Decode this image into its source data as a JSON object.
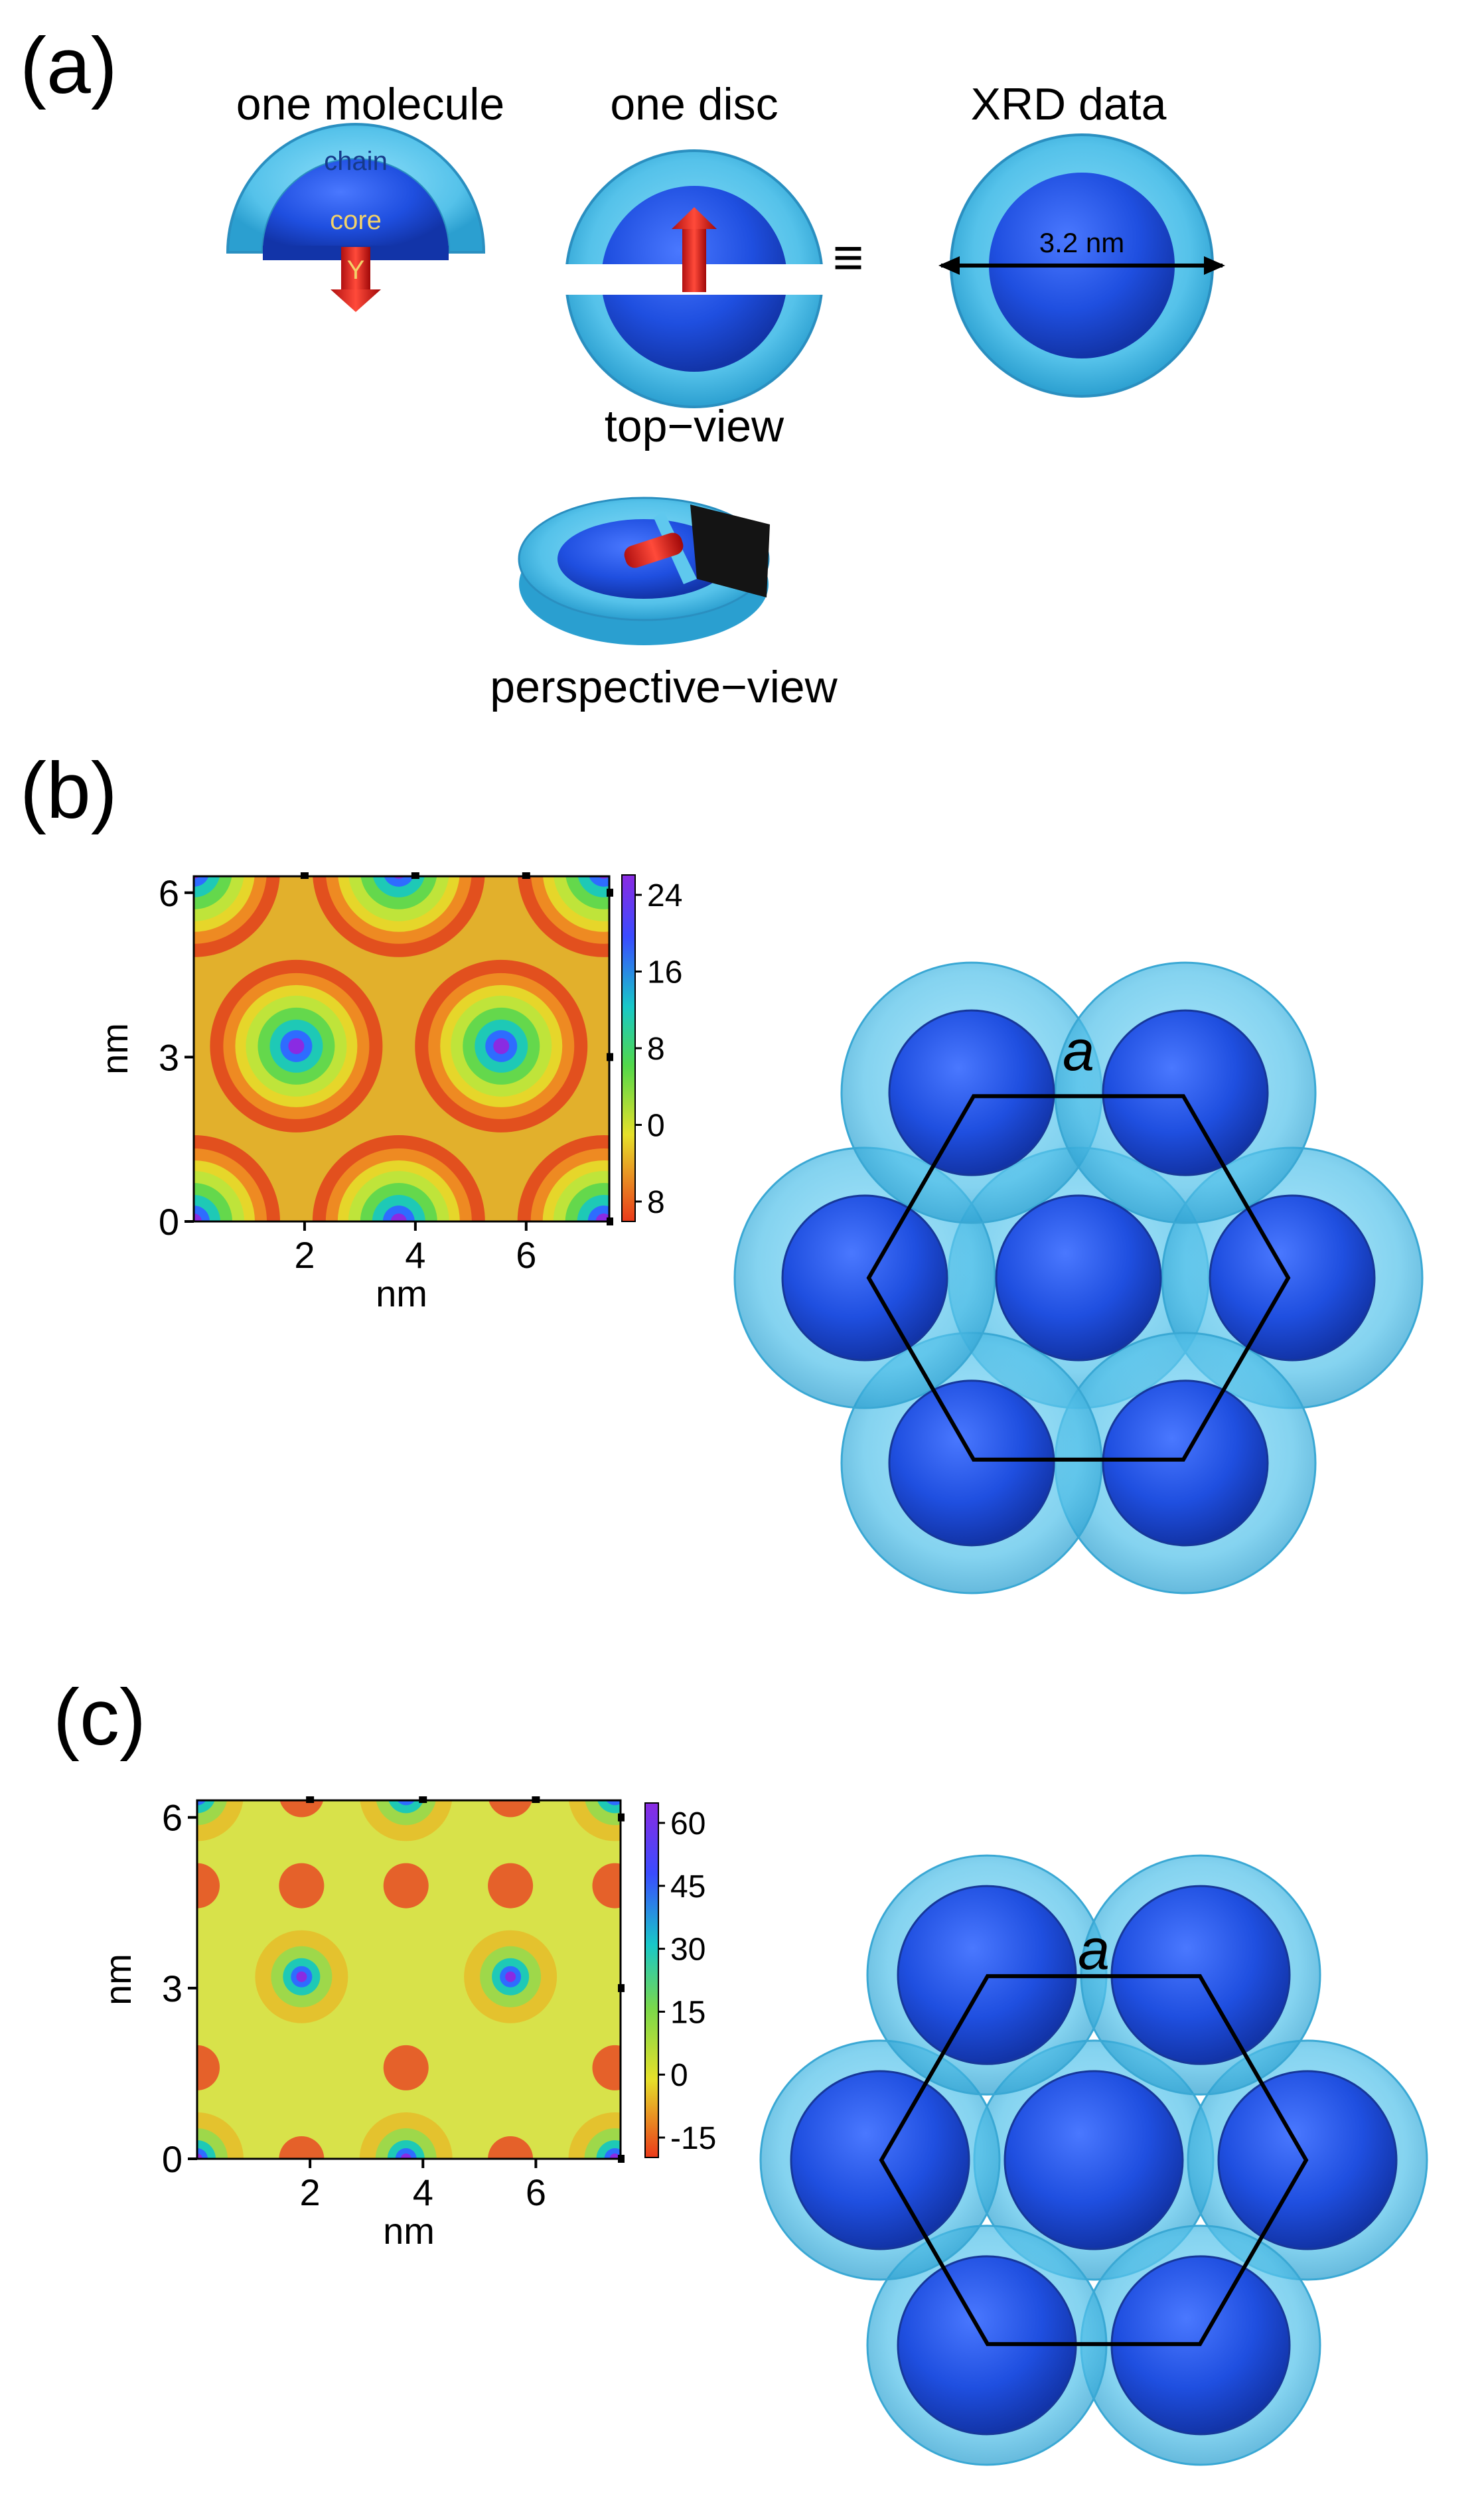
{
  "panel_a": {
    "label": "(a)",
    "titles": {
      "molecule": "one molecule",
      "disc": "one disc",
      "xrd": "XRD data"
    },
    "chain_label": "chain",
    "core_label": "core",
    "y_label": "Y",
    "equiv_symbol": "≡",
    "diameter_label": "3.2 nm",
    "top_view_label": "top−view",
    "perspective_view_label": "perspective−view"
  },
  "panel_b": {
    "label": "(b)",
    "lattice_label": "a"
  },
  "panel_c": {
    "label": "(c)",
    "lattice_label": "a"
  },
  "colors": {
    "chain_cyan": "#5fc8ee",
    "core_blue": "#1f4fe0",
    "arrow_red": "#e82020",
    "core_text": "#f2d26a"
  },
  "chart_data": [
    {
      "type": "heatmap",
      "panel": "b",
      "xlabel": "nm",
      "ylabel": "nm",
      "xticks": [
        2,
        4,
        6
      ],
      "yticks": [
        0,
        3,
        6
      ],
      "xlim": [
        0,
        7.5
      ],
      "ylim": [
        0,
        6.3
      ],
      "colorbar": {
        "ticks": [
          "24",
          "16",
          "8",
          "0",
          "8"
        ],
        "range": [
          -8,
          28
        ]
      },
      "lattice_constant_nm": 3.7,
      "peak_centers_nm": [
        [
          1.85,
          3.2
        ],
        [
          5.55,
          3.2
        ],
        [
          0,
          0
        ],
        [
          3.7,
          0
        ],
        [
          7.4,
          0
        ],
        [
          0,
          6.4
        ],
        [
          3.7,
          6.4
        ],
        [
          7.4,
          6.4
        ]
      ]
    },
    {
      "type": "heatmap",
      "panel": "c",
      "xlabel": "nm",
      "ylabel": "nm",
      "xticks": [
        2,
        4,
        6
      ],
      "yticks": [
        0,
        3,
        6
      ],
      "xlim": [
        0,
        7.5
      ],
      "ylim": [
        0,
        6.3
      ],
      "colorbar": {
        "ticks": [
          "60",
          "45",
          "30",
          "15",
          "0",
          "-15"
        ],
        "range": [
          -15,
          63
        ]
      },
      "lattice_constant_nm": 3.7,
      "peak_centers_nm": [
        [
          1.85,
          3.2
        ],
        [
          5.55,
          3.2
        ],
        [
          0,
          0
        ],
        [
          3.7,
          0
        ],
        [
          7.4,
          0
        ],
        [
          0,
          6.4
        ],
        [
          3.7,
          6.4
        ],
        [
          7.4,
          6.4
        ]
      ]
    }
  ]
}
